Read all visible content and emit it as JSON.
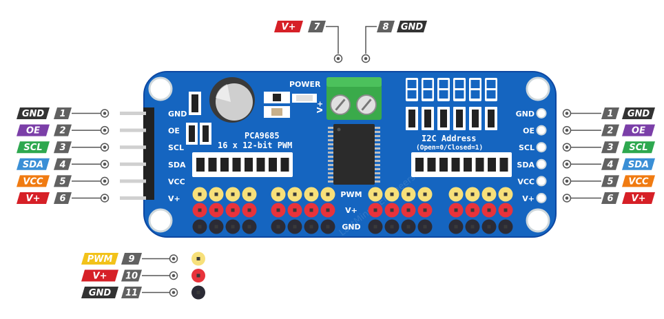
{
  "colors": {
    "board": "#1565c0",
    "board_edge": "#0d47a1",
    "label_dark": "#333333",
    "num_bg": "#616161",
    "gnd": "#333333",
    "oe": "#7b3fa8",
    "scl": "#2ea84f",
    "sda": "#3a8fd6",
    "vcc": "#f07b12",
    "vplus": "#d62027",
    "pwm": "#f2c21a",
    "pin_yellow": "#f7e07a",
    "pin_red": "#e8333b",
    "pin_black": "#2b2b35",
    "terminal": "#3aaa4a",
    "wire": "#555555"
  },
  "top_terminals": [
    {
      "label": "V+",
      "number": "7",
      "color": "vplus"
    },
    {
      "label": "GND",
      "number": "8",
      "color": "gnd"
    }
  ],
  "left_pins": [
    {
      "label": "GND",
      "number": "1",
      "color": "gnd",
      "silk": "GND"
    },
    {
      "label": "OE",
      "number": "2",
      "color": "oe",
      "silk": "OE"
    },
    {
      "label": "SCL",
      "number": "3",
      "color": "scl",
      "silk": "SCL"
    },
    {
      "label": "SDA",
      "number": "4",
      "color": "sda",
      "silk": "SDA"
    },
    {
      "label": "VCC",
      "number": "5",
      "color": "vcc",
      "silk": "VCC"
    },
    {
      "label": "V+",
      "number": "6",
      "color": "vplus",
      "silk": "V+"
    }
  ],
  "right_pins": [
    {
      "label": "GND",
      "number": "1",
      "color": "gnd",
      "silk": "GND"
    },
    {
      "label": "OE",
      "number": "2",
      "color": "oe",
      "silk": "OE"
    },
    {
      "label": "SCL",
      "number": "3",
      "color": "scl",
      "silk": "SCL"
    },
    {
      "label": "SDA",
      "number": "4",
      "color": "sda",
      "silk": "SDA"
    },
    {
      "label": "VCC",
      "number": "5",
      "color": "vcc",
      "silk": "VCC"
    },
    {
      "label": "V+",
      "number": "6",
      "color": "vplus",
      "silk": "V+"
    }
  ],
  "bottom_pins": [
    {
      "label": "PWM",
      "number": "9",
      "color": "pwm",
      "pin": "pin_yellow"
    },
    {
      "label": "V+",
      "number": "10",
      "color": "vplus",
      "pin": "pin_red"
    },
    {
      "label": "GND",
      "number": "11",
      "color": "gnd",
      "pin": "pin_black"
    }
  ],
  "board": {
    "chip_name": "PCA9685",
    "chip_desc": "16 x 12-bit PWM",
    "power_label": "POWER",
    "terminal_label": "V+",
    "i2c_title": "I2C Address",
    "i2c_sub": "(Open=0/Closed=1)",
    "row_labels": [
      "PWM",
      "V+",
      "GND"
    ],
    "watermark": "LastMinuteEngineers.com",
    "header_groups": 4,
    "pins_per_group": 4
  }
}
